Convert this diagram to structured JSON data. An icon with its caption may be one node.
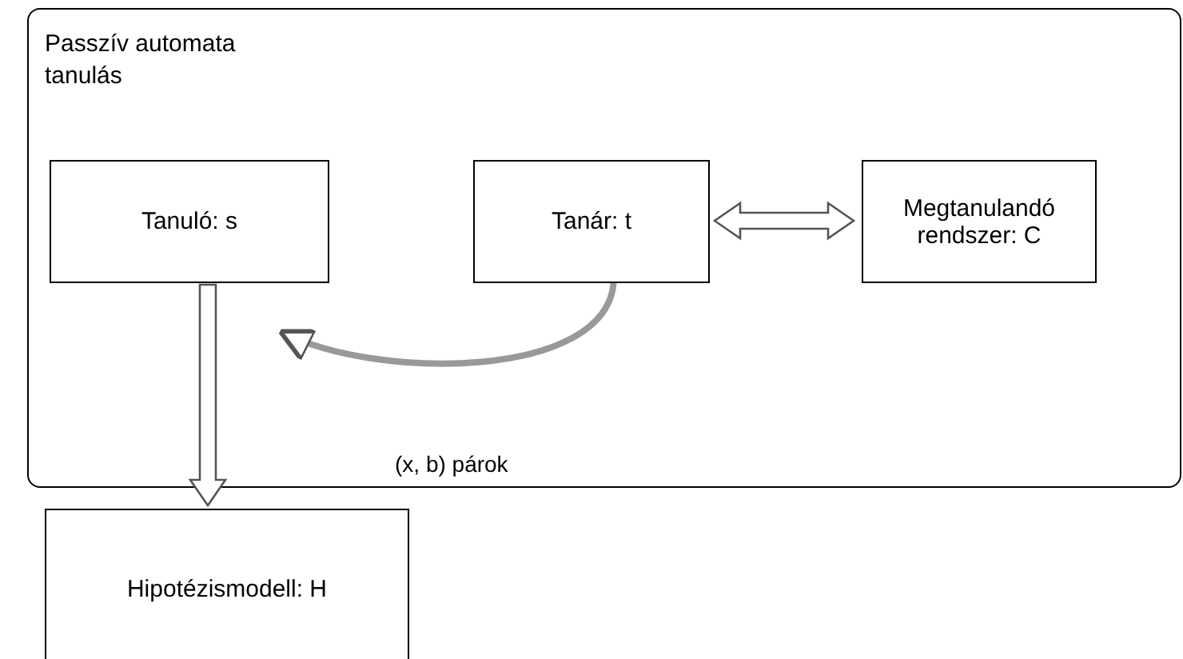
{
  "diagram": {
    "nodes": [
      {
        "text": [
          "Passzív automata tanulás"
        ]
      },
      {
        "text": [
          "Tanuló: s"
        ],
        "in": 0
      },
      {
        "text": [
          "Tanár: t"
        ],
        "in": 0
      },
      {
        "text": [
          "Megtanulandó rendszer: C"
        ],
        "in": 0
      },
      {
        "text": [
          "Hipotézismodell: H"
        ]
      }
    ],
    "edges": [
      {
        "from": 2,
        "to": 3,
        "arrow": "both",
        "style": "thick"
      },
      {
        "from": 2,
        "to": 1,
        "arrow": "to",
        "label": "(x, b) párok"
      },
      {
        "from": 1,
        "to": 4,
        "arrow": "to",
        "style": "thick"
      }
    ]
  }
}
